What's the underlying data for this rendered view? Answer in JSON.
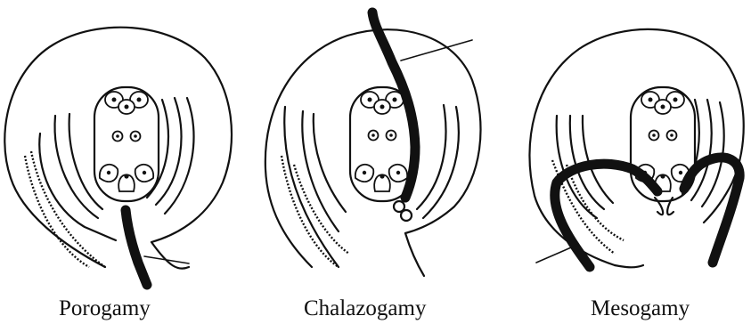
{
  "figure": {
    "panels": [
      {
        "id": "porogamy",
        "caption": "Porogamy"
      },
      {
        "id": "chalazogamy",
        "caption": "Chalazogamy"
      },
      {
        "id": "mesogamy",
        "caption": "Mesogamy"
      }
    ]
  }
}
